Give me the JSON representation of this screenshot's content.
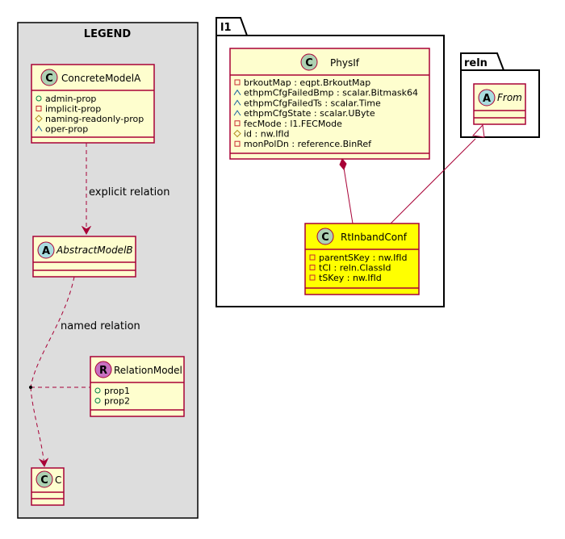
{
  "legend": {
    "title": "LEGEND",
    "concrete_model": {
      "name": "ConcreteModelA",
      "stereotype": "C",
      "attributes": [
        {
          "vis": "public",
          "text": "admin-prop"
        },
        {
          "vis": "private",
          "text": "implicit-prop"
        },
        {
          "vis": "protected",
          "text": "naming-readonly-prop"
        },
        {
          "vis": "package",
          "text": "oper-prop"
        }
      ]
    },
    "explicit_relation_label": "explicit relation",
    "abstract_model": {
      "name": "AbstractModelB",
      "stereotype": "A"
    },
    "named_relation_label": "named relation",
    "relation_model": {
      "name": "RelationModel",
      "stereotype": "R",
      "attributes": [
        {
          "vis": "public",
          "text": "prop1"
        },
        {
          "vis": "public",
          "text": "prop2"
        }
      ]
    },
    "c_model": {
      "name": "C",
      "stereotype": "C"
    }
  },
  "package_l1": {
    "title": "l1",
    "physif": {
      "name": "PhysIf",
      "stereotype": "C",
      "attributes": [
        {
          "vis": "private",
          "text": "brkoutMap : eqpt.BrkoutMap"
        },
        {
          "vis": "package",
          "text": "ethpmCfgFailedBmp : scalar.Bitmask64"
        },
        {
          "vis": "package",
          "text": "ethpmCfgFailedTs : scalar.Time"
        },
        {
          "vis": "package",
          "text": "ethpmCfgState : scalar.UByte"
        },
        {
          "vis": "private",
          "text": "fecMode : l1.FECMode"
        },
        {
          "vis": "protected",
          "text": "id : nw.IfId"
        },
        {
          "vis": "private",
          "text": "monPolDn : reference.BinRef"
        }
      ]
    },
    "rtinbandconf": {
      "name": "RtInbandConf",
      "stereotype": "C",
      "highlight_color": "#ffff00",
      "attributes": [
        {
          "vis": "private",
          "text": "parentSKey : nw.IfId"
        },
        {
          "vis": "private",
          "text": "tCl : reln.ClassId"
        },
        {
          "vis": "private",
          "text": "tSKey : nw.IfId"
        }
      ]
    }
  },
  "package_reln": {
    "title": "reln",
    "from": {
      "name": "From",
      "stereotype": "A"
    }
  },
  "colors": {
    "class_fill": "#fefece",
    "class_border": "#a80036",
    "legend_fill": "#dddddd",
    "stereo_c": "#add1b2",
    "stereo_a": "#a9dcdf",
    "stereo_r": "#c770c0",
    "edge": "#a80036"
  }
}
